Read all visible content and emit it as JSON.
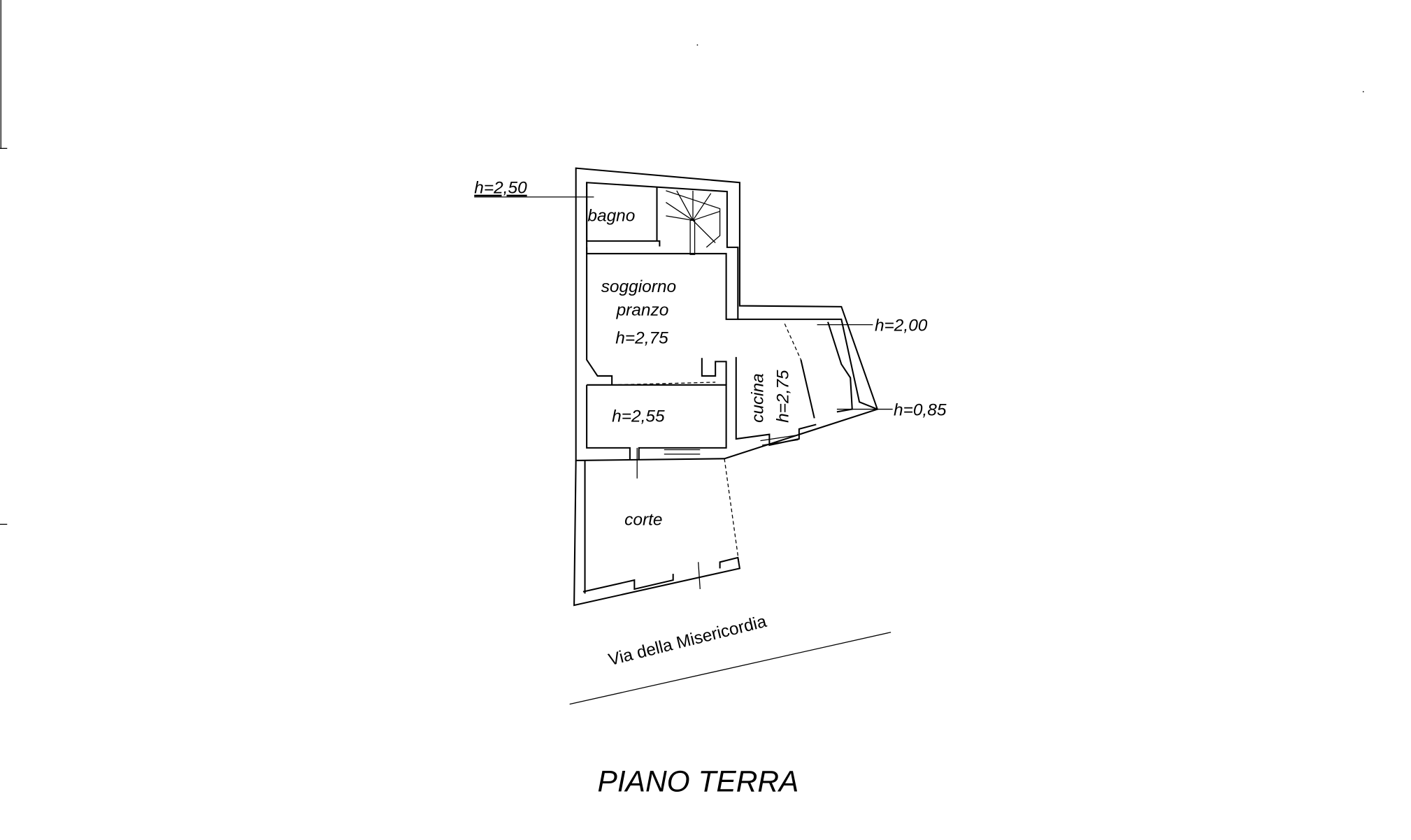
{
  "title": "PIANO TERRA",
  "street": "Via della Misericordia",
  "rooms": {
    "bagno": "bagno",
    "soggiorno": "soggiorno",
    "pranzo": "pranzo",
    "soggiorno_height": "h=2,75",
    "cucina": "cucina",
    "cucina_height": "h=2,75",
    "room_height": "h=2,55",
    "corte": "corte"
  },
  "heights": {
    "top_left": "h=2,50",
    "right_upper": "h=2,00",
    "right_lower": "h=0,85"
  }
}
